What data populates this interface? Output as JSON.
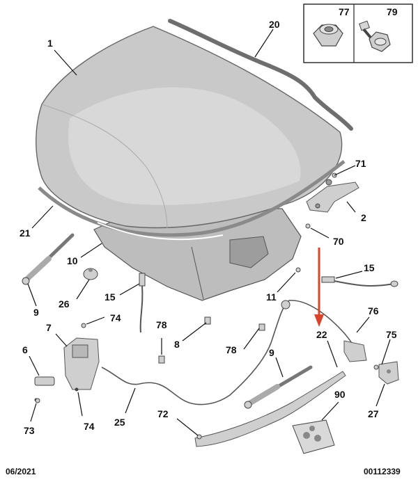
{
  "diagram": {
    "labels": {
      "l1": "1",
      "l2": "2",
      "l7": "7",
      "l6": "6",
      "l8": "8",
      "l9a": "9",
      "l9b": "9",
      "l10": "10",
      "l11": "11",
      "l15a": "15",
      "l15b": "15",
      "l20": "20",
      "l21": "21",
      "l22": "22",
      "l25": "25",
      "l26": "26",
      "l27": "27",
      "l70": "70",
      "l71": "71",
      "l72": "72",
      "l73": "73",
      "l74a": "74",
      "l74b": "74",
      "l75": "75",
      "l76": "76",
      "l77": "77",
      "l78a": "78",
      "l78b": "78",
      "l79": "79",
      "l90": "90"
    },
    "footer": {
      "date": "06/2021",
      "ref": "00112339"
    },
    "colors": {
      "hood": "#c9c9c9",
      "hood_shade": "#b4b4b4",
      "seal": "#8a8a8a",
      "inner": "#bdbdbd",
      "part": "#cfcfcf",
      "arrow": "#d9452b",
      "line": "#111111"
    }
  }
}
